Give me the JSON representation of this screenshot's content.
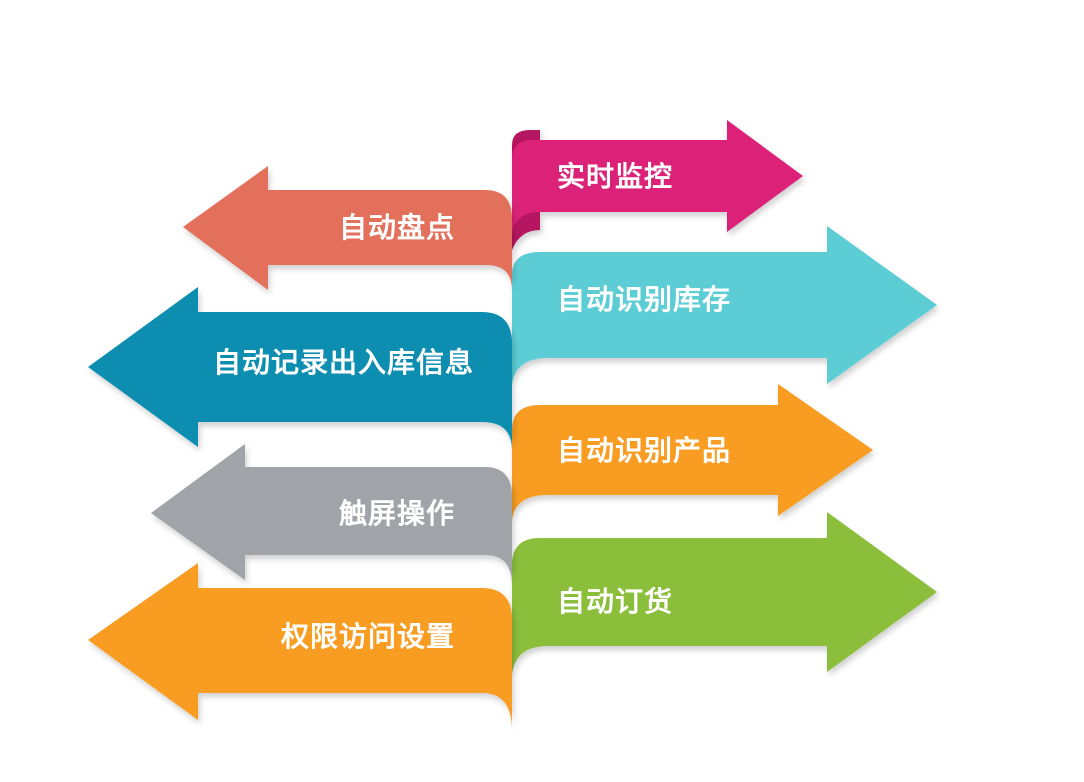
{
  "diagram": {
    "left_arrows": [
      {
        "label": "自动盘点",
        "color": "#E3705A",
        "fold_color": "#C25A46"
      },
      {
        "label": "自动记录出入库信息",
        "color": "#0D8EB0",
        "fold_color": "#0A6E8A"
      },
      {
        "label": "触屏操作",
        "color": "#A0A3A7",
        "fold_color": "#84878B"
      },
      {
        "label": "权限访问设置",
        "color": "#F89C24",
        "fold_color": "#D8801A"
      }
    ],
    "right_arrows": [
      {
        "label": "实时监控",
        "color": "#DC2278",
        "fold_color": "#B5195F"
      },
      {
        "label": "自动识别库存",
        "color": "#5CCDD5",
        "fold_color": "#44AEB6"
      },
      {
        "label": "自动识别产品",
        "color": "#F89C24",
        "fold_color": "#D8801A"
      },
      {
        "label": "自动订货",
        "color": "#8BBE3A",
        "fold_color": "#6FA02B"
      }
    ]
  }
}
